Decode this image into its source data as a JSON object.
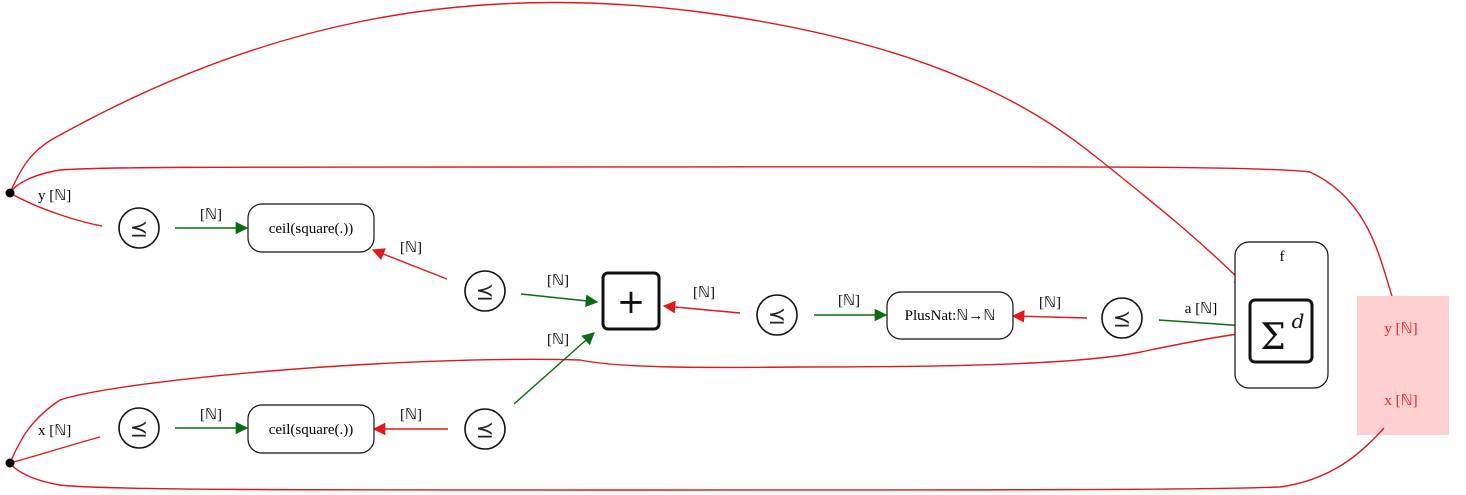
{
  "port_labels": {
    "y_in": "y [ℕ]",
    "x_in": "x [ℕ]",
    "n1": "[ℕ]",
    "n2": "[ℕ]",
    "n3": "[ℕ]",
    "n4": "[ℕ]",
    "n5": "[ℕ]",
    "n6": "[ℕ]",
    "n7": "[ℕ]",
    "n8": "[ℕ]",
    "n9": "[ℕ]",
    "a_in": "a [ℕ]"
  },
  "nodes": {
    "ceil_top": "ceil(square(.))",
    "ceil_bottom": "ceil(square(.))",
    "plus_nat": "PlusNat:ℕ→ℕ",
    "plus_symbol": "+",
    "sum_symbol": "Σ",
    "sum_superscript": "d",
    "order_symbol": "⪯",
    "f_label": "f"
  },
  "outputs": {
    "y_out": "y [ℕ]",
    "x_out": "x [ℕ]"
  },
  "colors": {
    "red_wire": "#e01818",
    "green_wire": "#0b6b12",
    "output_box": "#ffd0d0",
    "output_text": "#e8202a"
  },
  "icons": {
    "order_node": "preceq-circle-icon",
    "plus_node": "plus-box-icon",
    "sum_node": "sigma-box-icon",
    "port_dot": "filled-dot-icon"
  }
}
